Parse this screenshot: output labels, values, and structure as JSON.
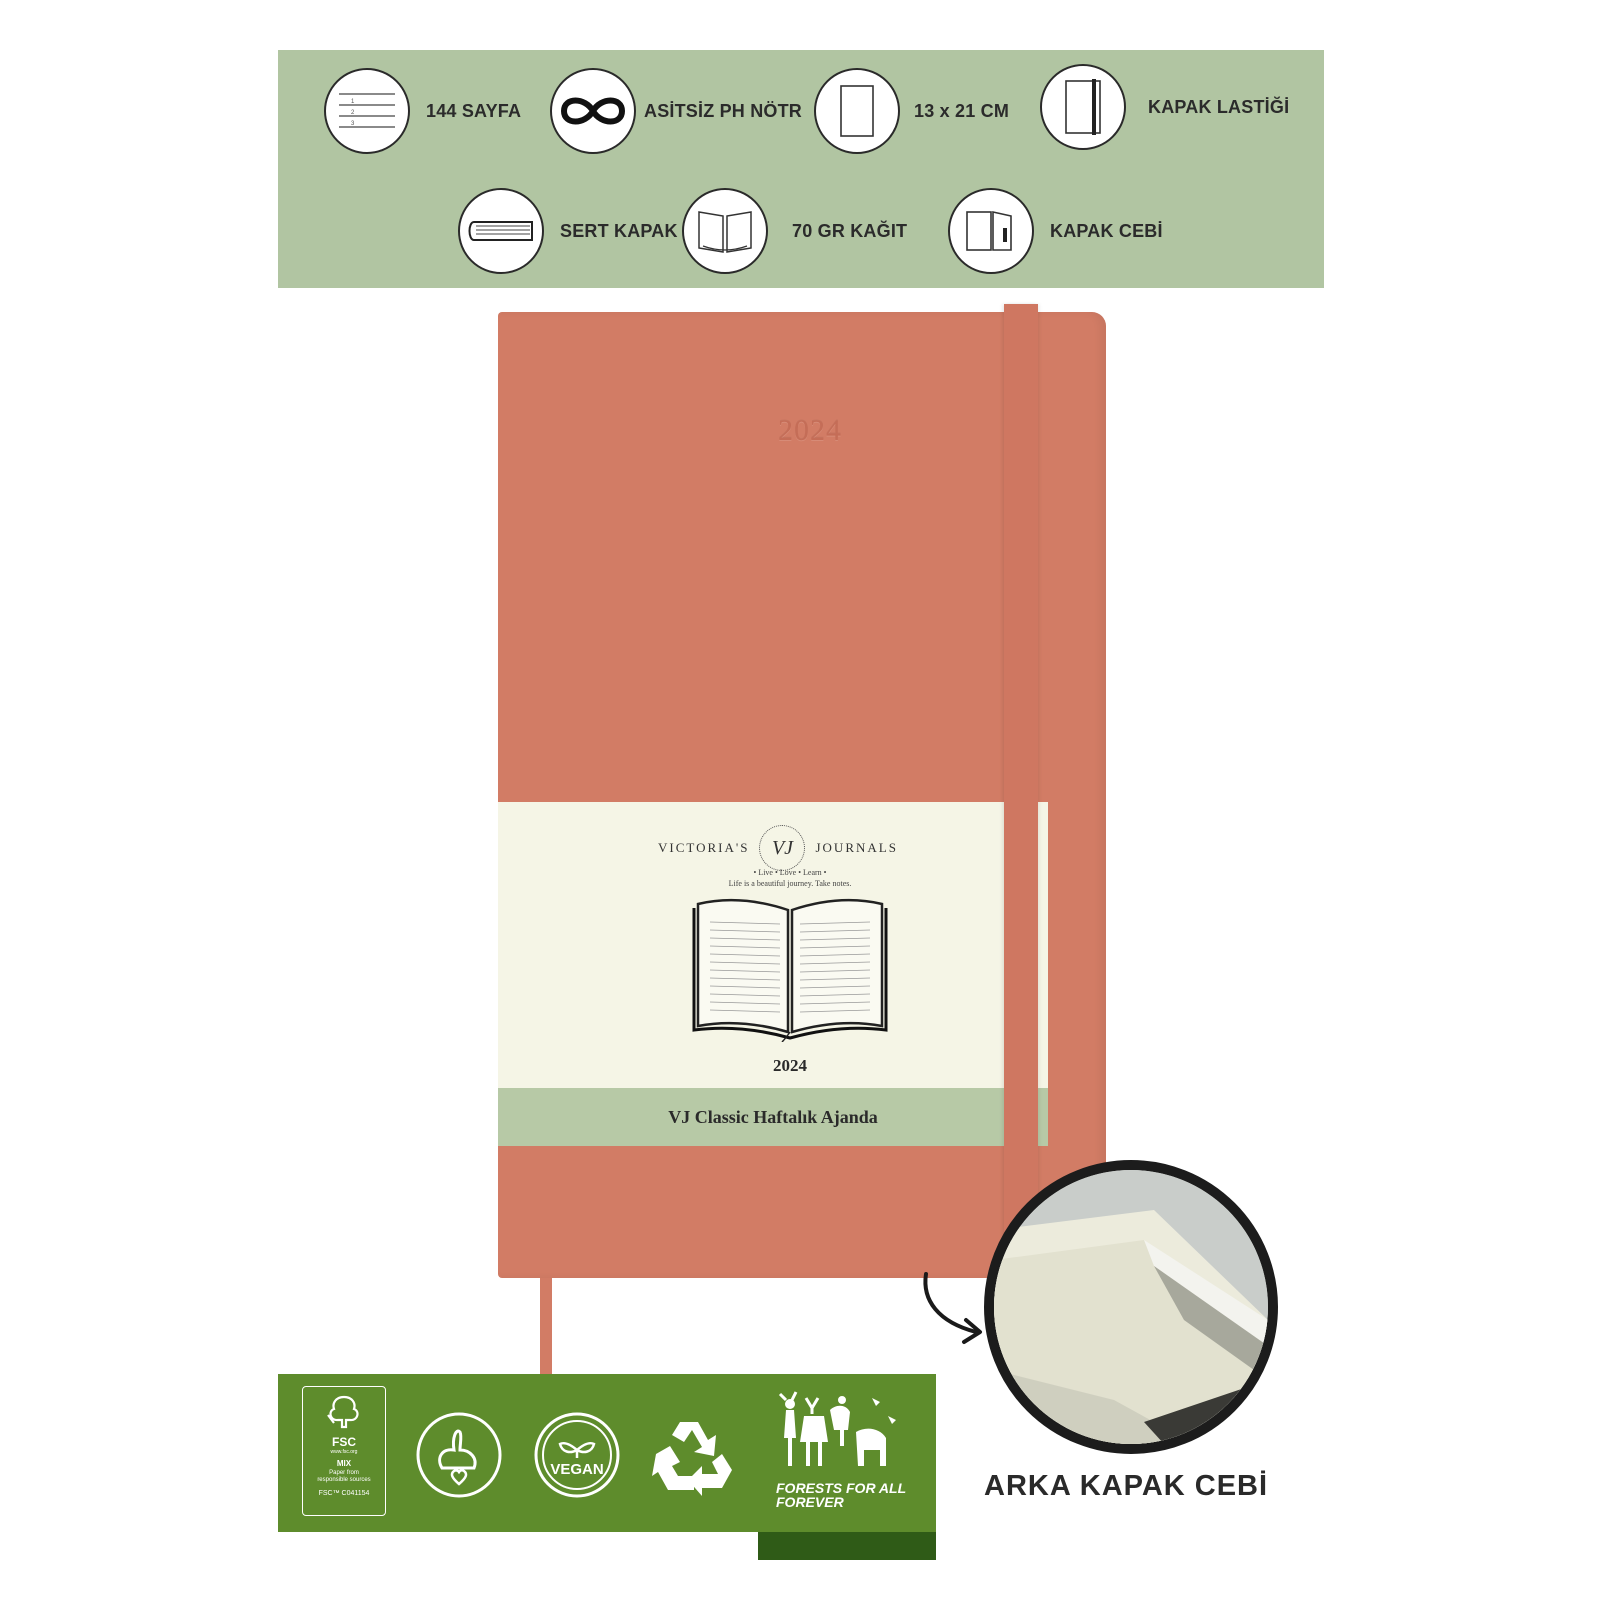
{
  "features": [
    {
      "icon": "lined-pages-icon",
      "label": "144 SAYFA"
    },
    {
      "icon": "infinity-icon",
      "label": "ASİTSİZ PH NÖTR"
    },
    {
      "icon": "page-size-icon",
      "label": "13 x 21 CM"
    },
    {
      "icon": "elastic-band-icon",
      "label": "KAPAK LASTİĞİ"
    },
    {
      "icon": "hardcover-icon",
      "label": "SERT KAPAK"
    },
    {
      "icon": "open-book-icon",
      "label": "70 GR KAĞIT"
    },
    {
      "icon": "cover-pocket-icon",
      "label": "KAPAK CEBİ"
    }
  ],
  "notebook": {
    "cover_color": "#d27c65",
    "embossed_year": "2024",
    "brand_left": "VICTORIA'S",
    "brand_right": "JOURNALS",
    "brand_monogram": "VJ",
    "tagline_1": "• Live • Love • Learn •",
    "tagline_2": "Life is a beautiful journey. Take notes.",
    "band_year": "2024",
    "product_name": "VJ Classic Haftalık Ajanda"
  },
  "eco": {
    "fsc": {
      "name": "FSC",
      "site": "www.fsc.org",
      "mix": "MIX",
      "line1": "Paper from",
      "line2": "responsible sources",
      "code": "FSC™ C041154"
    },
    "vegan": "VEGAN",
    "forests_line1": "FORESTS FOR ALL",
    "forests_line2": "FOREVER"
  },
  "pocket_caption": "ARKA KAPAK CEBİ",
  "colors": {
    "feature_band": "#b1c5a2",
    "eco_band": "#5e8c2c",
    "label_band": "#b7c9a6"
  }
}
